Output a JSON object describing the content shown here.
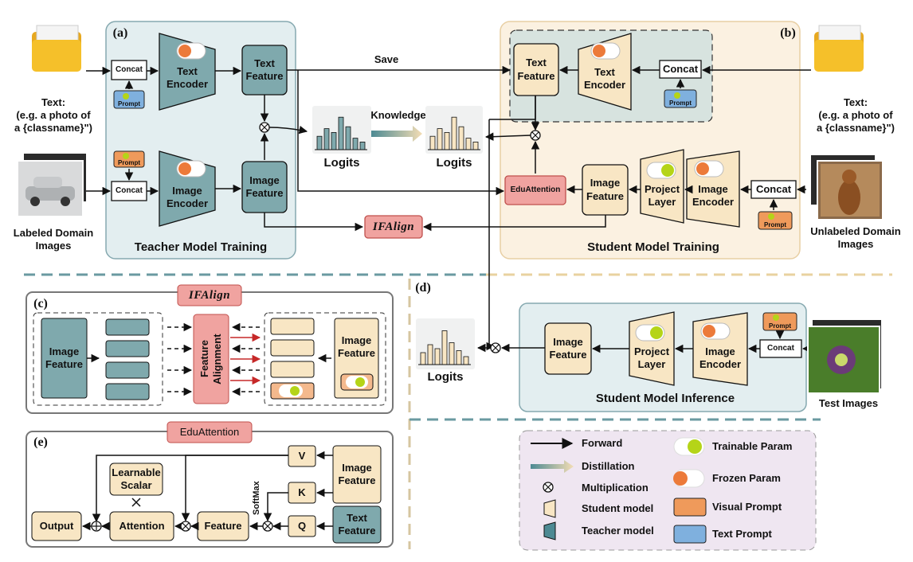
{
  "panels": {
    "a": "(a)",
    "b": "(b)",
    "c": "(c)",
    "d": "(d)",
    "e": "(e)"
  },
  "teacher": {
    "title": "Teacher Model Training",
    "text_input": "Text:\n(e.g. a photo of\na {classname}\")",
    "image_input": "Labeled Domain\nImages",
    "concat": "Concat",
    "prompt": "Prompt",
    "text_encoder": "Text\nEncoder",
    "image_encoder": "Image\nEncoder",
    "text_feature": "Text\nFeature",
    "image_feature": "Image\nFeature"
  },
  "center": {
    "save": "Save",
    "knowledge": "Knowledge",
    "logits": "Logits",
    "ifalign": "IFAlign",
    "eduattention": "EduAttention"
  },
  "student": {
    "title": "Student Model Training",
    "text_input": "Text:\n(e.g. a photo of\na {classname}\")",
    "image_input": "Unlabeled Domain\nImages",
    "concat": "Concat",
    "prompt": "Prompt",
    "text_feature": "Text\nFeature",
    "text_encoder": "Text\nEncoder",
    "image_feature": "Image\nFeature",
    "project_layer": "Project\nLayer",
    "image_encoder": "Image\nEncoder"
  },
  "inference": {
    "title": "Student Model Inference",
    "logits": "Logits",
    "image_feature": "Image\nFeature",
    "project_layer": "Project\nLayer",
    "image_encoder": "Image\nEncoder",
    "concat": "Concat",
    "prompt": "Prompt",
    "test_images": "Test Images"
  },
  "ifalign_panel": {
    "title": "IFAlign",
    "image_feature_left": "Image\nFeature",
    "feature_alignment": "Feature\nAlignment",
    "image_feature_right": "Image\nFeature"
  },
  "edu_panel": {
    "title": "EduAttention",
    "learnable_scalar": "Learnable\nScalar",
    "output": "Output",
    "attention": "Attention",
    "feature": "Feature",
    "softmax": "SoftMax",
    "v": "V",
    "k": "K",
    "q": "Q",
    "image_feature": "Image\nFeature",
    "text_feature": "Text\nFeature"
  },
  "legend": {
    "forward": "Forward",
    "distillation": "Distillation",
    "multiplication": "Multiplication",
    "student_model": "Student model",
    "teacher_model": "Teacher model",
    "trainable": "Trainable Param",
    "frozen": "Frozen Param",
    "visual_prompt": "Visual Prompt",
    "text_prompt": "Text Prompt"
  },
  "colors": {
    "teacher_fill": "#7fa9ad",
    "teacher_bg": "#e3eef0",
    "student_fill": "#f8e6c4",
    "student_bg": "#fbf1e1",
    "red_box": "#f0a3a0",
    "visual_prompt": "#ef9a5b",
    "text_prompt": "#7fb0de",
    "trainable": "#b5d418",
    "frozen": "#ec7a3a",
    "legend_bg": "#efe6f1"
  },
  "bars": [
    [
      0.35,
      0.55,
      0.45,
      0.85,
      0.6,
      0.3,
      0.2
    ],
    [
      0.35,
      0.55,
      0.45,
      0.85,
      0.6,
      0.3,
      0.2
    ],
    [
      0.3,
      0.5,
      0.4,
      0.85,
      0.55,
      0.35,
      0.2
    ]
  ]
}
